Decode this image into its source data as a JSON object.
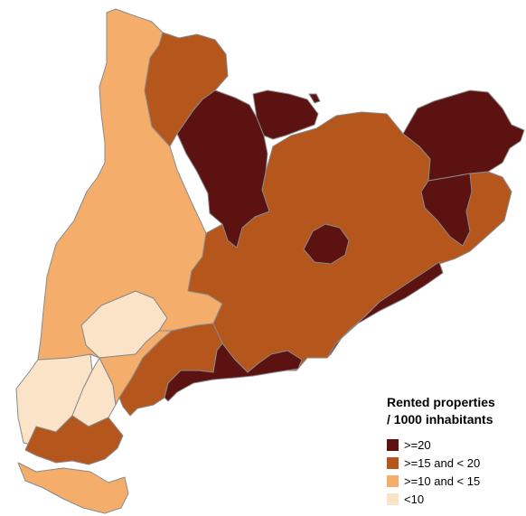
{
  "legend": {
    "title_line1": "Rented properties",
    "title_line2": "/ 1000 inhabitants",
    "classes": [
      {
        "label": ">=20",
        "color": "#5c1210"
      },
      {
        "label": ">=15 and < 20",
        "color": "#b5561d"
      },
      {
        "label": ">=10 and < 15",
        "color": "#f4ad6b"
      },
      {
        "label": "<10",
        "color": "#fbe3c8"
      }
    ]
  }
}
